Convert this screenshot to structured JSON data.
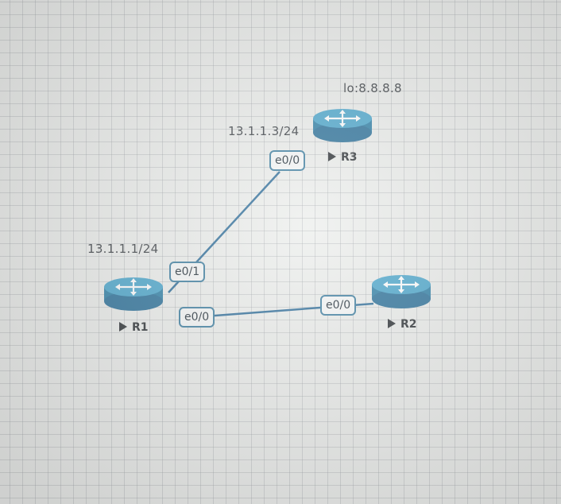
{
  "routers": [
    {
      "key": "r1",
      "name": "R1",
      "icon": "router-icon"
    },
    {
      "key": "r2",
      "name": "R2",
      "icon": "router-icon"
    },
    {
      "key": "r3",
      "name": "R3",
      "icon": "router-icon"
    }
  ],
  "interfaces": {
    "r1_e01": "e0/1",
    "r1_e00": "e0/0",
    "r2_e00": "e0/0",
    "r3_e00": "e0/0"
  },
  "addresses": {
    "r1": "13.1.1.1/24",
    "r3": "13.1.1.3/24",
    "r3_loopback": "lo:8.8.8.8"
  },
  "links": [
    {
      "from": "R1 e0/1",
      "to": "R3 e0/0"
    },
    {
      "from": "R1 e0/0",
      "to": "R2 e0/0"
    }
  ],
  "colors": {
    "router_body": "#2e7fa6",
    "router_top": "#4aa6cc",
    "link": "#2f6e9a",
    "interface_border": "#3d7ea0"
  }
}
